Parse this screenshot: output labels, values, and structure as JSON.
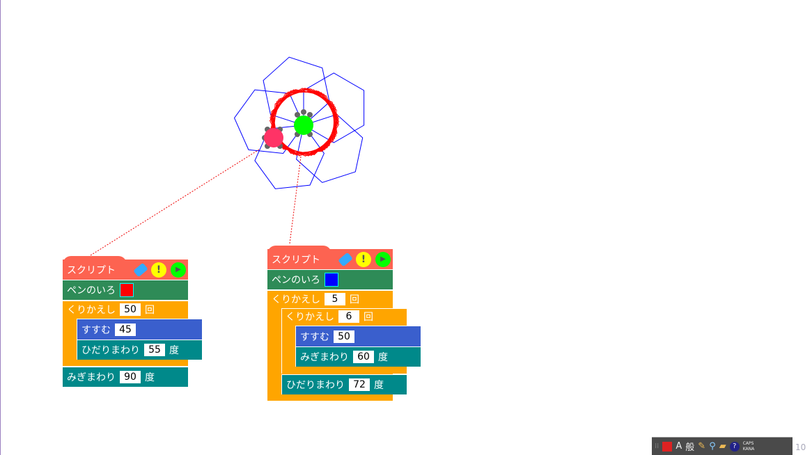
{
  "scripts": [
    {
      "title": "スクリプト",
      "pen_label": "ペンのいろ",
      "pen_color": "#ff0000",
      "repeat_label": "くりかえし",
      "repeat_count": "50",
      "times": "回",
      "move_label": "すすむ",
      "move_value": "45",
      "turn_left_label": "ひだりまわり",
      "turn_left_value": "55",
      "deg": "度",
      "turn_right_label": "みぎまわり",
      "turn_right_value": "90"
    },
    {
      "title": "スクリプト",
      "pen_label": "ペンのいろ",
      "pen_color": "#0000ff",
      "repeat_label": "くりかえし",
      "repeat_count": "5",
      "times": "回",
      "inner_repeat_label": "くりかえし",
      "inner_repeat_count": "6",
      "move_label": "すすむ",
      "move_value": "50",
      "turn_right_label": "みぎまわり",
      "turn_right_value": "60",
      "deg": "度",
      "turn_left_label": "ひだりまわり",
      "turn_left_value": "72"
    }
  ],
  "icons": {
    "erase": "eraser-icon",
    "alert": "!",
    "run": "▶"
  },
  "tray": {
    "ime_a": "A",
    "ime_mode": "般",
    "caps": "CAPS",
    "kana": "KANA",
    "help": "?"
  },
  "clock": "10"
}
